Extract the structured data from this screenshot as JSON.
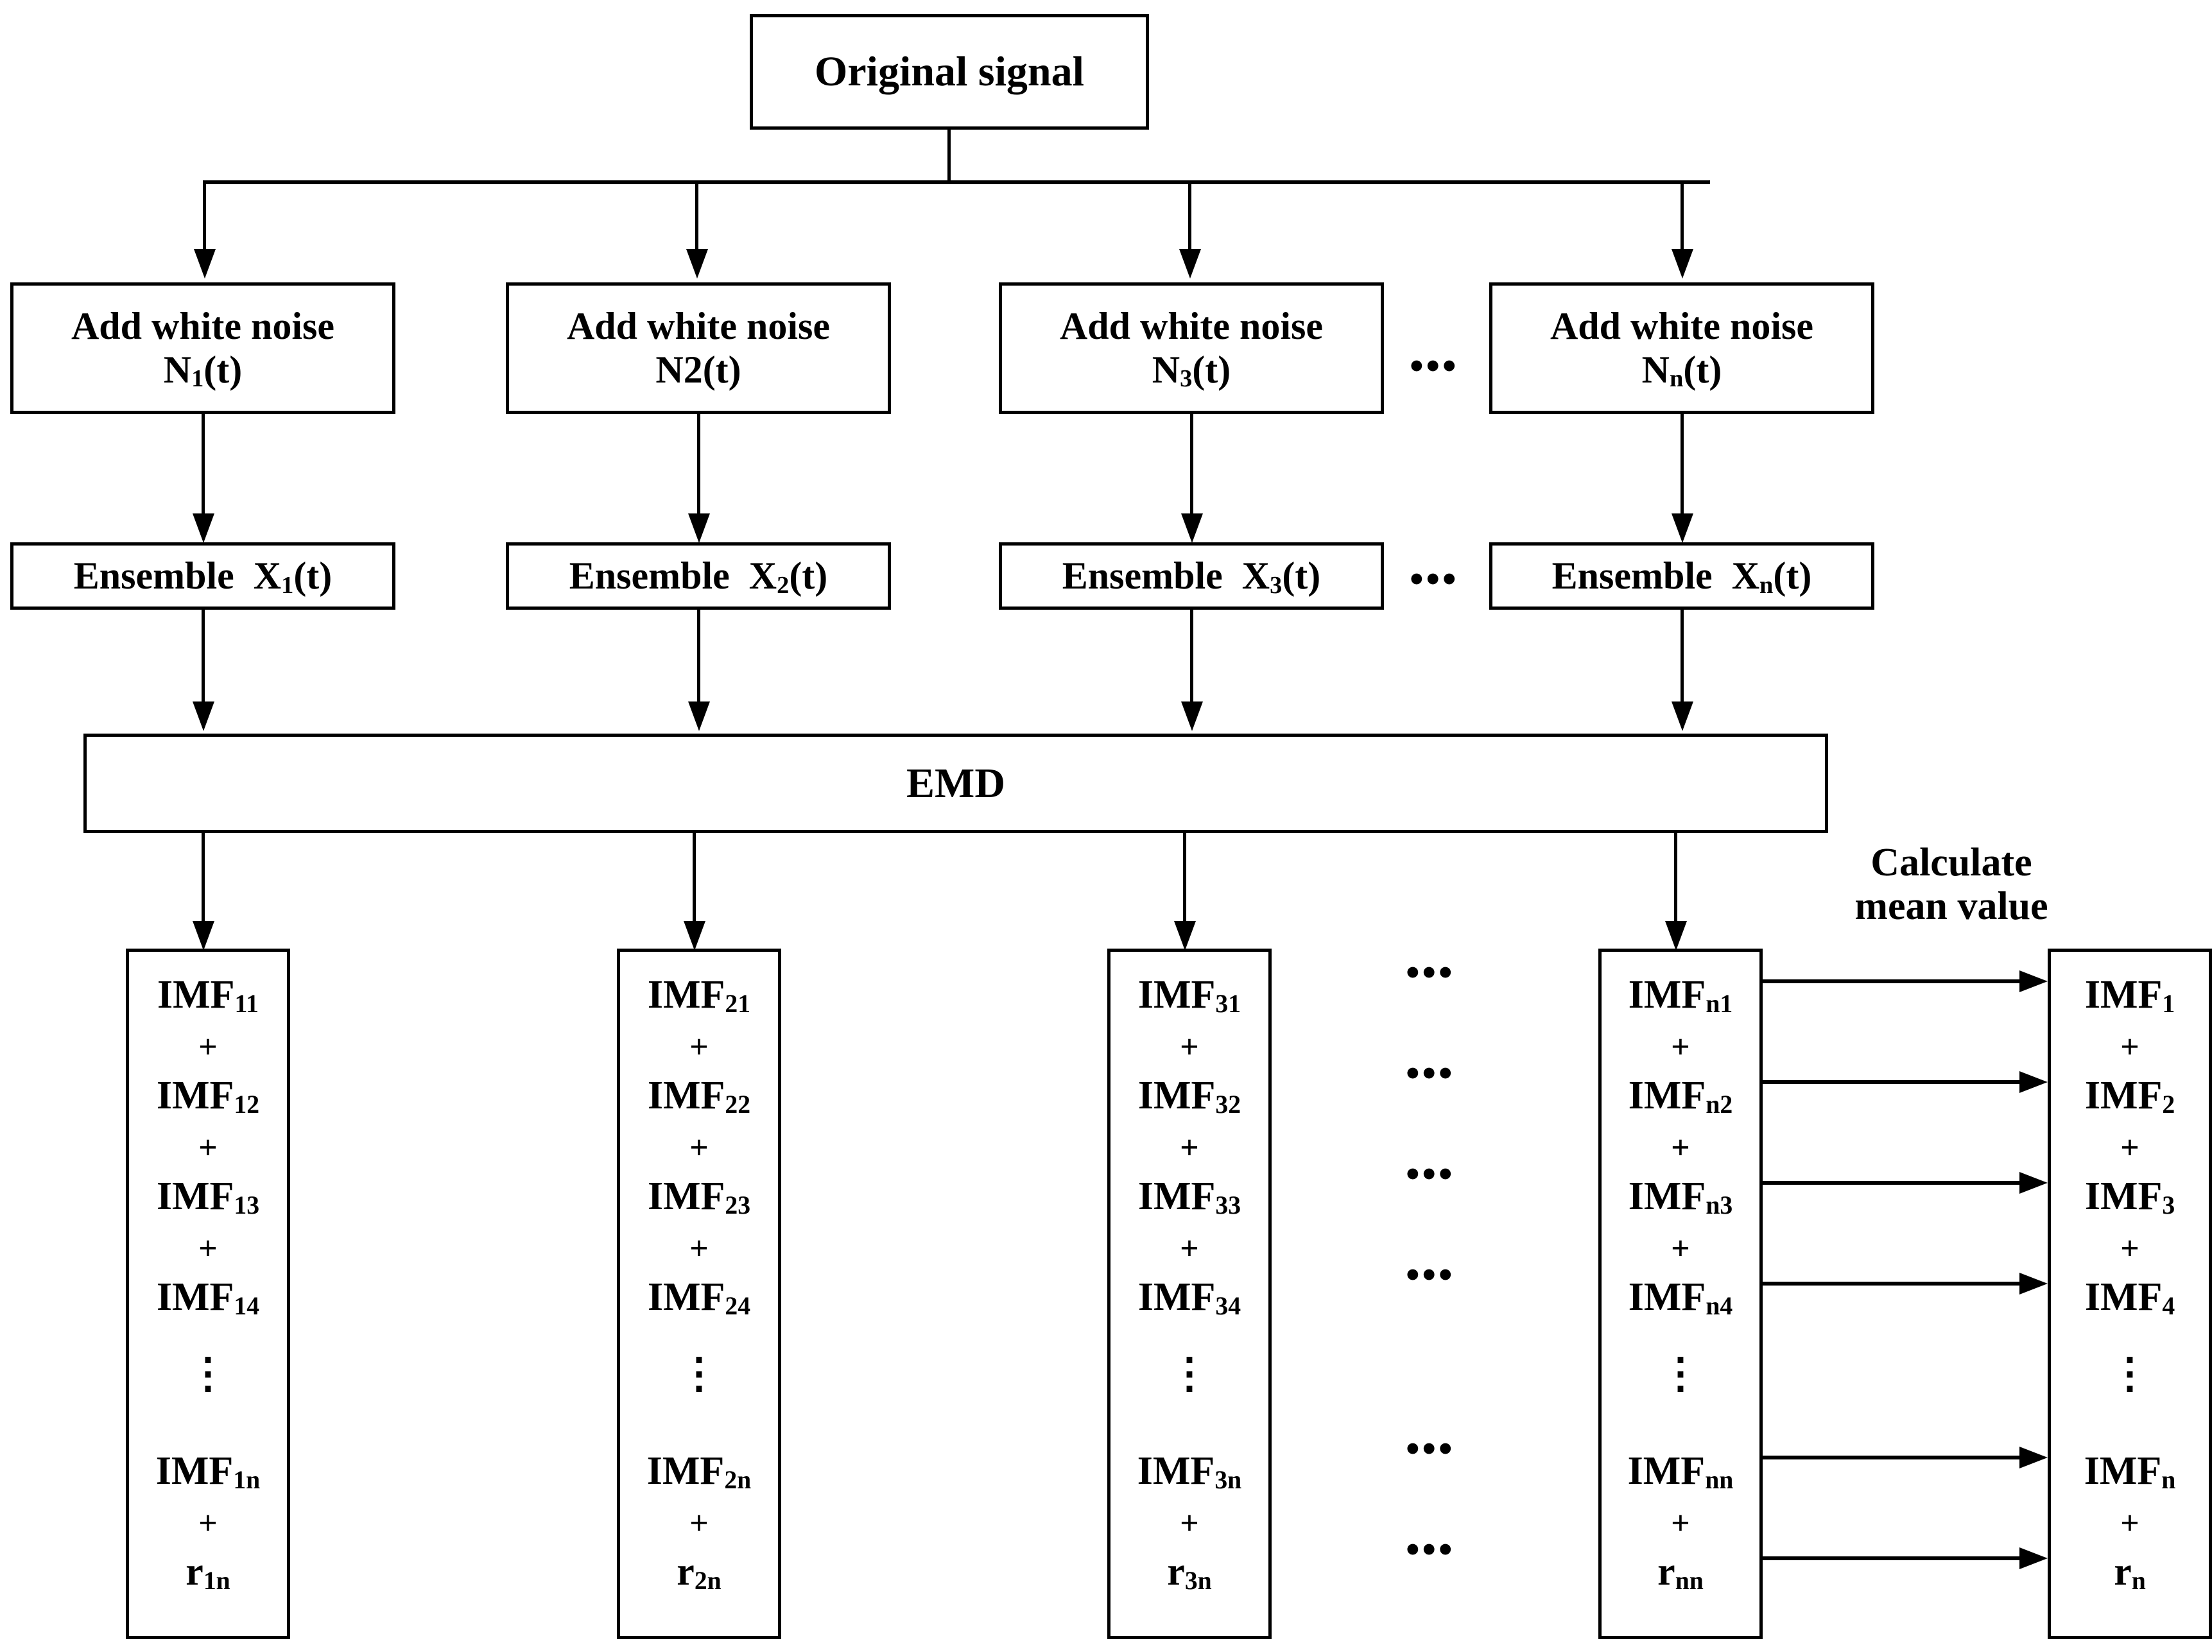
{
  "diagram": {
    "title": "EEMD (Ensemble Empirical Mode Decomposition) flowchart",
    "colors": {
      "line": "#000000",
      "background": "#ffffff",
      "text": "#000000"
    },
    "original": {
      "label": "Original signal"
    },
    "noise_row": {
      "title": "Add white noise",
      "boxes": [
        {
          "line1": "Add white noise",
          "var": "N",
          "sub": "1",
          "arg": "(t)",
          "sub_style": "subscript"
        },
        {
          "line1": "Add white noise",
          "var": "N",
          "sub": "2",
          "arg": "(t)",
          "sub_style": "inline"
        },
        {
          "line1": "Add white noise",
          "var": "N",
          "sub": "3",
          "arg": "(t)",
          "sub_style": "subscript"
        },
        {
          "line1": "Add white noise",
          "var": "N",
          "sub": "n",
          "arg": "(t)",
          "sub_style": "subscript"
        }
      ],
      "ellipsis": "•••"
    },
    "ensemble_row": {
      "boxes": [
        {
          "word": "Ensemble",
          "var": "X",
          "sub": "1",
          "arg": "(t)"
        },
        {
          "word": "Ensemble",
          "var": "X",
          "sub": "2",
          "arg": "(t)"
        },
        {
          "word": "Ensemble",
          "var": "X",
          "sub": "3",
          "arg": "(t)"
        },
        {
          "word": "Ensemble",
          "var": "X",
          "sub": "n",
          "arg": "(t)"
        }
      ],
      "ellipsis": "•••"
    },
    "emd": {
      "label": "EMD"
    },
    "mean_label": {
      "line1": "Calculate",
      "line2": "mean value"
    },
    "plus": "+",
    "vdots": "⋮",
    "hdots": "•••",
    "imf_columns": [
      {
        "name": "column-1",
        "items": [
          {
            "type": "term",
            "base": "IMF",
            "sub": "11"
          },
          {
            "type": "plus",
            "text": "+"
          },
          {
            "type": "term",
            "base": "IMF",
            "sub": "12"
          },
          {
            "type": "plus",
            "text": "+"
          },
          {
            "type": "term",
            "base": "IMF",
            "sub": "13"
          },
          {
            "type": "plus",
            "text": "+"
          },
          {
            "type": "term",
            "base": "IMF",
            "sub": "14"
          },
          {
            "type": "vdots",
            "text": "⋮"
          },
          {
            "type": "term",
            "base": "IMF",
            "sub": "1n"
          },
          {
            "type": "plus",
            "text": "+"
          },
          {
            "type": "term",
            "base": "r",
            "sub": "1n"
          }
        ]
      },
      {
        "name": "column-2",
        "items": [
          {
            "type": "term",
            "base": "IMF",
            "sub": "21"
          },
          {
            "type": "plus",
            "text": "+"
          },
          {
            "type": "term",
            "base": "IMF",
            "sub": "22"
          },
          {
            "type": "plus",
            "text": "+"
          },
          {
            "type": "term",
            "base": "IMF",
            "sub": "23"
          },
          {
            "type": "plus",
            "text": "+"
          },
          {
            "type": "term",
            "base": "IMF",
            "sub": "24"
          },
          {
            "type": "vdots",
            "text": "⋮"
          },
          {
            "type": "term",
            "base": "IMF",
            "sub": "2n"
          },
          {
            "type": "plus",
            "text": "+"
          },
          {
            "type": "term",
            "base": "r",
            "sub": "2n"
          }
        ]
      },
      {
        "name": "column-3",
        "items": [
          {
            "type": "term",
            "base": "IMF",
            "sub": "31"
          },
          {
            "type": "plus",
            "text": "+"
          },
          {
            "type": "term",
            "base": "IMF",
            "sub": "32"
          },
          {
            "type": "plus",
            "text": "+"
          },
          {
            "type": "term",
            "base": "IMF",
            "sub": "33"
          },
          {
            "type": "plus",
            "text": "+"
          },
          {
            "type": "term",
            "base": "IMF",
            "sub": "34"
          },
          {
            "type": "vdots",
            "text": "⋮"
          },
          {
            "type": "term",
            "base": "IMF",
            "sub": "3n"
          },
          {
            "type": "plus",
            "text": "+"
          },
          {
            "type": "term",
            "base": "r",
            "sub": "3n"
          }
        ]
      },
      {
        "name": "column-n",
        "items": [
          {
            "type": "term",
            "base": "IMF",
            "sub": "n1"
          },
          {
            "type": "plus",
            "text": "+"
          },
          {
            "type": "term",
            "base": "IMF",
            "sub": "n2"
          },
          {
            "type": "plus",
            "text": "+"
          },
          {
            "type": "term",
            "base": "IMF",
            "sub": "n3"
          },
          {
            "type": "plus",
            "text": "+"
          },
          {
            "type": "term",
            "base": "IMF",
            "sub": "n4"
          },
          {
            "type": "vdots",
            "text": "⋮"
          },
          {
            "type": "term",
            "base": "IMF",
            "sub": "nn"
          },
          {
            "type": "plus",
            "text": "+"
          },
          {
            "type": "term",
            "base": "r",
            "sub": "nn"
          }
        ]
      },
      {
        "name": "column-result",
        "items": [
          {
            "type": "term",
            "base": "IMF",
            "sub": "1"
          },
          {
            "type": "plus",
            "text": "+"
          },
          {
            "type": "term",
            "base": "IMF",
            "sub": "2"
          },
          {
            "type": "plus",
            "text": "+"
          },
          {
            "type": "term",
            "base": "IMF",
            "sub": "3"
          },
          {
            "type": "plus",
            "text": "+"
          },
          {
            "type": "term",
            "base": "IMF",
            "sub": "4"
          },
          {
            "type": "vdots",
            "text": "⋮"
          },
          {
            "type": "term",
            "base": "IMF",
            "sub": "n"
          },
          {
            "type": "plus",
            "text": "+"
          },
          {
            "type": "term",
            "base": "r",
            "sub": "n"
          }
        ]
      }
    ]
  }
}
